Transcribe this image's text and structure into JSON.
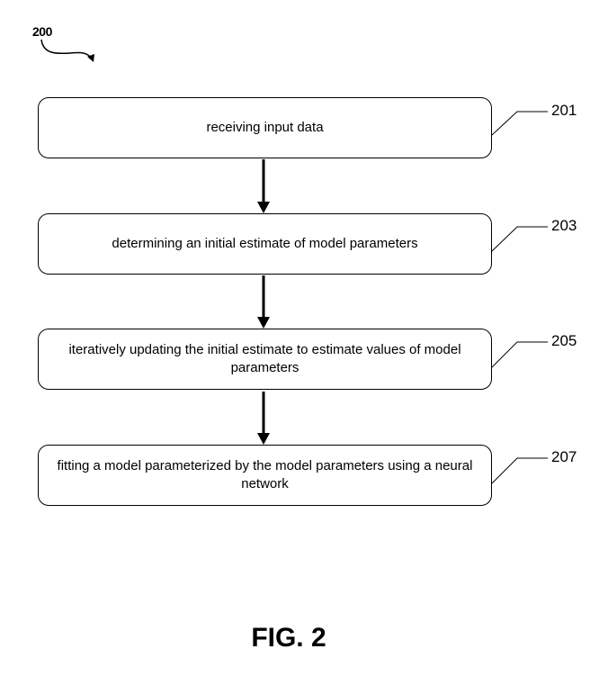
{
  "figure": {
    "reference_numeral": "200",
    "caption": "FIG. 2"
  },
  "steps": [
    {
      "ref": "201",
      "text": "receiving input data"
    },
    {
      "ref": "203",
      "text": "determining an initial estimate of model parameters"
    },
    {
      "ref": "205",
      "text": "iteratively updating the initial estimate to estimate values of model parameters"
    },
    {
      "ref": "207",
      "text": "fitting a model parameterized by the model parameters using a neural network"
    }
  ]
}
